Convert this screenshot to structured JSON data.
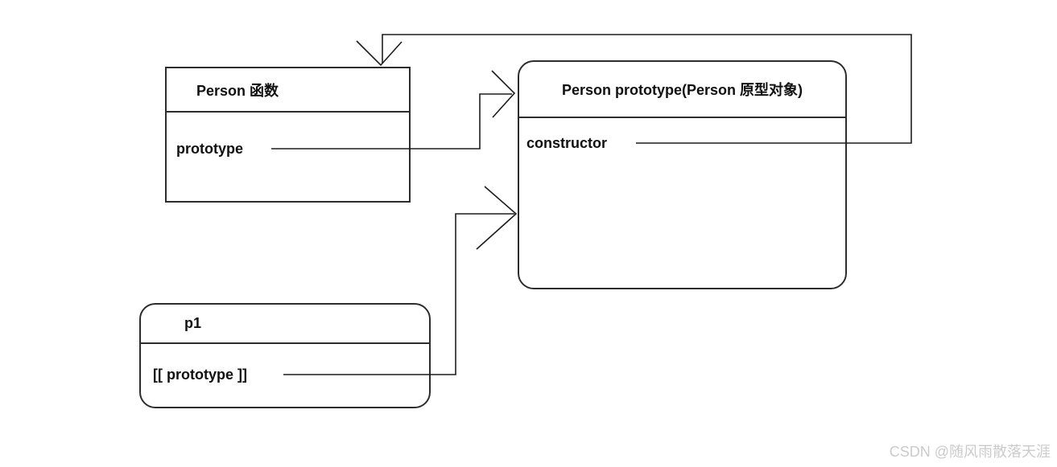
{
  "diagram": {
    "boxes": [
      {
        "shape": "rectangle",
        "title": "Person 函数",
        "fields": [
          "prototype"
        ]
      },
      {
        "shape": "rounded",
        "title": "Person prototype(Person 原型对象)",
        "fields": [
          "constructor"
        ]
      },
      {
        "shape": "rounded",
        "title": "p1",
        "fields": [
          "[[ prototype ]]"
        ]
      }
    ],
    "connections": [
      {
        "from": "Person 函数 → prototype",
        "to": "Person prototype(Person 原型对象)",
        "style": "open-arrow"
      },
      {
        "from": "Person prototype(Person 原型对象) → constructor",
        "to": "Person 函数",
        "style": "open-arrow"
      },
      {
        "from": "p1 → [[ prototype ]]",
        "to": "Person prototype(Person 原型对象)",
        "style": "open-arrow"
      }
    ]
  },
  "colors": {
    "line": "#1d1d1d",
    "box_border": "#2d2d2d",
    "text": "#111111",
    "watermark": "#cbcbcb",
    "background": "#ffffff"
  },
  "watermark": "CSDN @随风雨散落天涯"
}
